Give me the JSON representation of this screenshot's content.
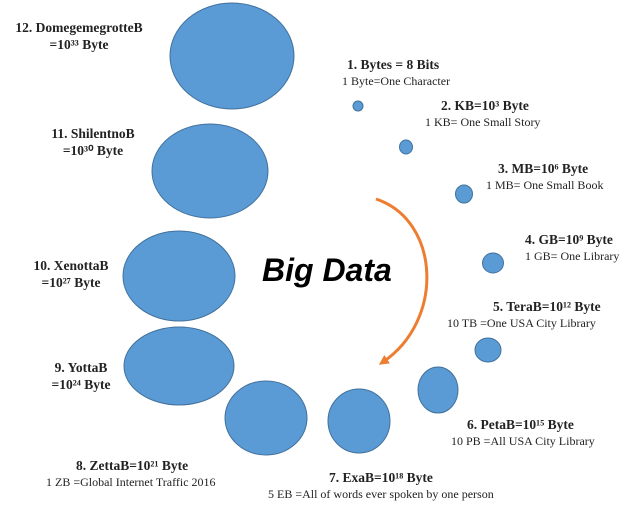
{
  "center_label": "Big Data",
  "colors": {
    "bubble_fill": "#5b9bd5",
    "bubble_stroke": "#41719c",
    "arrow": "#ed7d31"
  },
  "units": [
    {
      "title": "1. Bytes = 8 Bits",
      "desc": "1 Byte=One Character"
    },
    {
      "title": "2. KB=10³ Byte",
      "desc": "1 KB= One Small Story"
    },
    {
      "title": "3. MB=10⁶ Byte",
      "desc": "1 MB= One Small Book"
    },
    {
      "title": "4. GB=10⁹ Byte",
      "desc": "1 GB= One Library"
    },
    {
      "title": "5. TeraB=10¹² Byte",
      "desc": "10 TB =One USA City Library"
    },
    {
      "title": "6. PetaB=10¹⁵ Byte",
      "desc": "10 PB =All USA City Library"
    },
    {
      "title": "7. ExaB=10¹⁸ Byte",
      "desc": "5 EB =All of words ever spoken by one person"
    },
    {
      "title": "8. ZettaB=10²¹ Byte",
      "desc": "1 ZB =Global Internet Traffic 2016"
    },
    {
      "title": "9. YottaB",
      "desc": "=10²⁴ Byte"
    },
    {
      "title": "10. XenottaB",
      "desc": "=10²⁷ Byte"
    },
    {
      "title": "11. ShilentnoB",
      "desc": "=10³⁰ Byte"
    },
    {
      "title": "12. DomegemegrotteB",
      "desc": "=10³³ Byte"
    }
  ]
}
